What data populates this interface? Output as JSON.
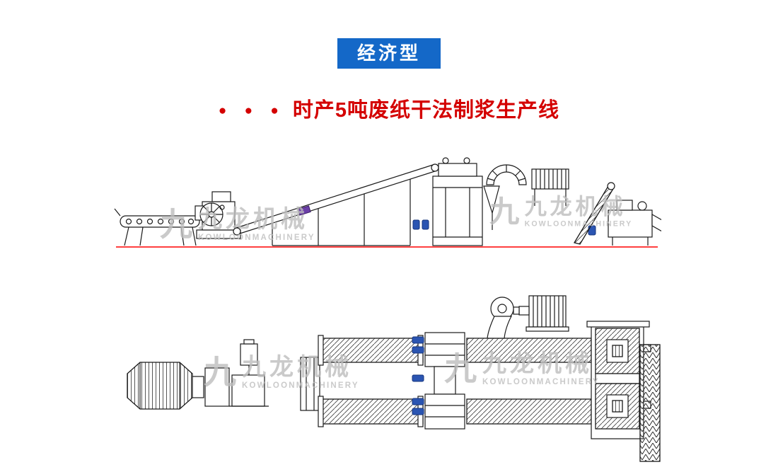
{
  "badge": {
    "label": "经济型"
  },
  "title": {
    "bullets": "● ● ●",
    "text": "时产5吨废纸干法制浆生产线"
  },
  "watermark": {
    "logo_glyph": "九",
    "cn": "九龙机械",
    "en": "KOWLOONMACHINERY"
  },
  "colors": {
    "badge-blue": "#1468c8",
    "title-red": "#d40000",
    "line-red": "#ff0000",
    "bolt-blue": "#2b55b2",
    "purple": "#6b3fa8",
    "wm-gray": "#bdbdbd",
    "ink": "#1a1a1a"
  }
}
